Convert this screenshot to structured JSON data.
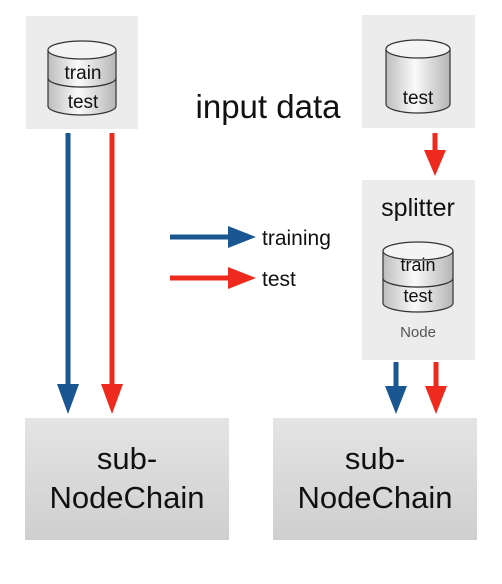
{
  "left_input": {
    "segments": [
      "train",
      "test"
    ]
  },
  "right_input": {
    "segments": [
      "test"
    ]
  },
  "input_label": "input data",
  "splitter": {
    "title": "splitter",
    "segments": [
      "train",
      "test"
    ],
    "caption": "Node"
  },
  "legend": [
    {
      "label": "training",
      "color": "#1a5792"
    },
    {
      "label": "test",
      "color": "#ee2a1f"
    }
  ],
  "left_output": {
    "line1": "sub-",
    "line2": "NodeChain"
  },
  "right_output": {
    "line1": "sub-",
    "line2": "NodeChain"
  },
  "colors": {
    "training": "#1a5792",
    "test": "#ee2a1f",
    "box_light": "#ececec",
    "box_grey": "#d6d6d6"
  }
}
